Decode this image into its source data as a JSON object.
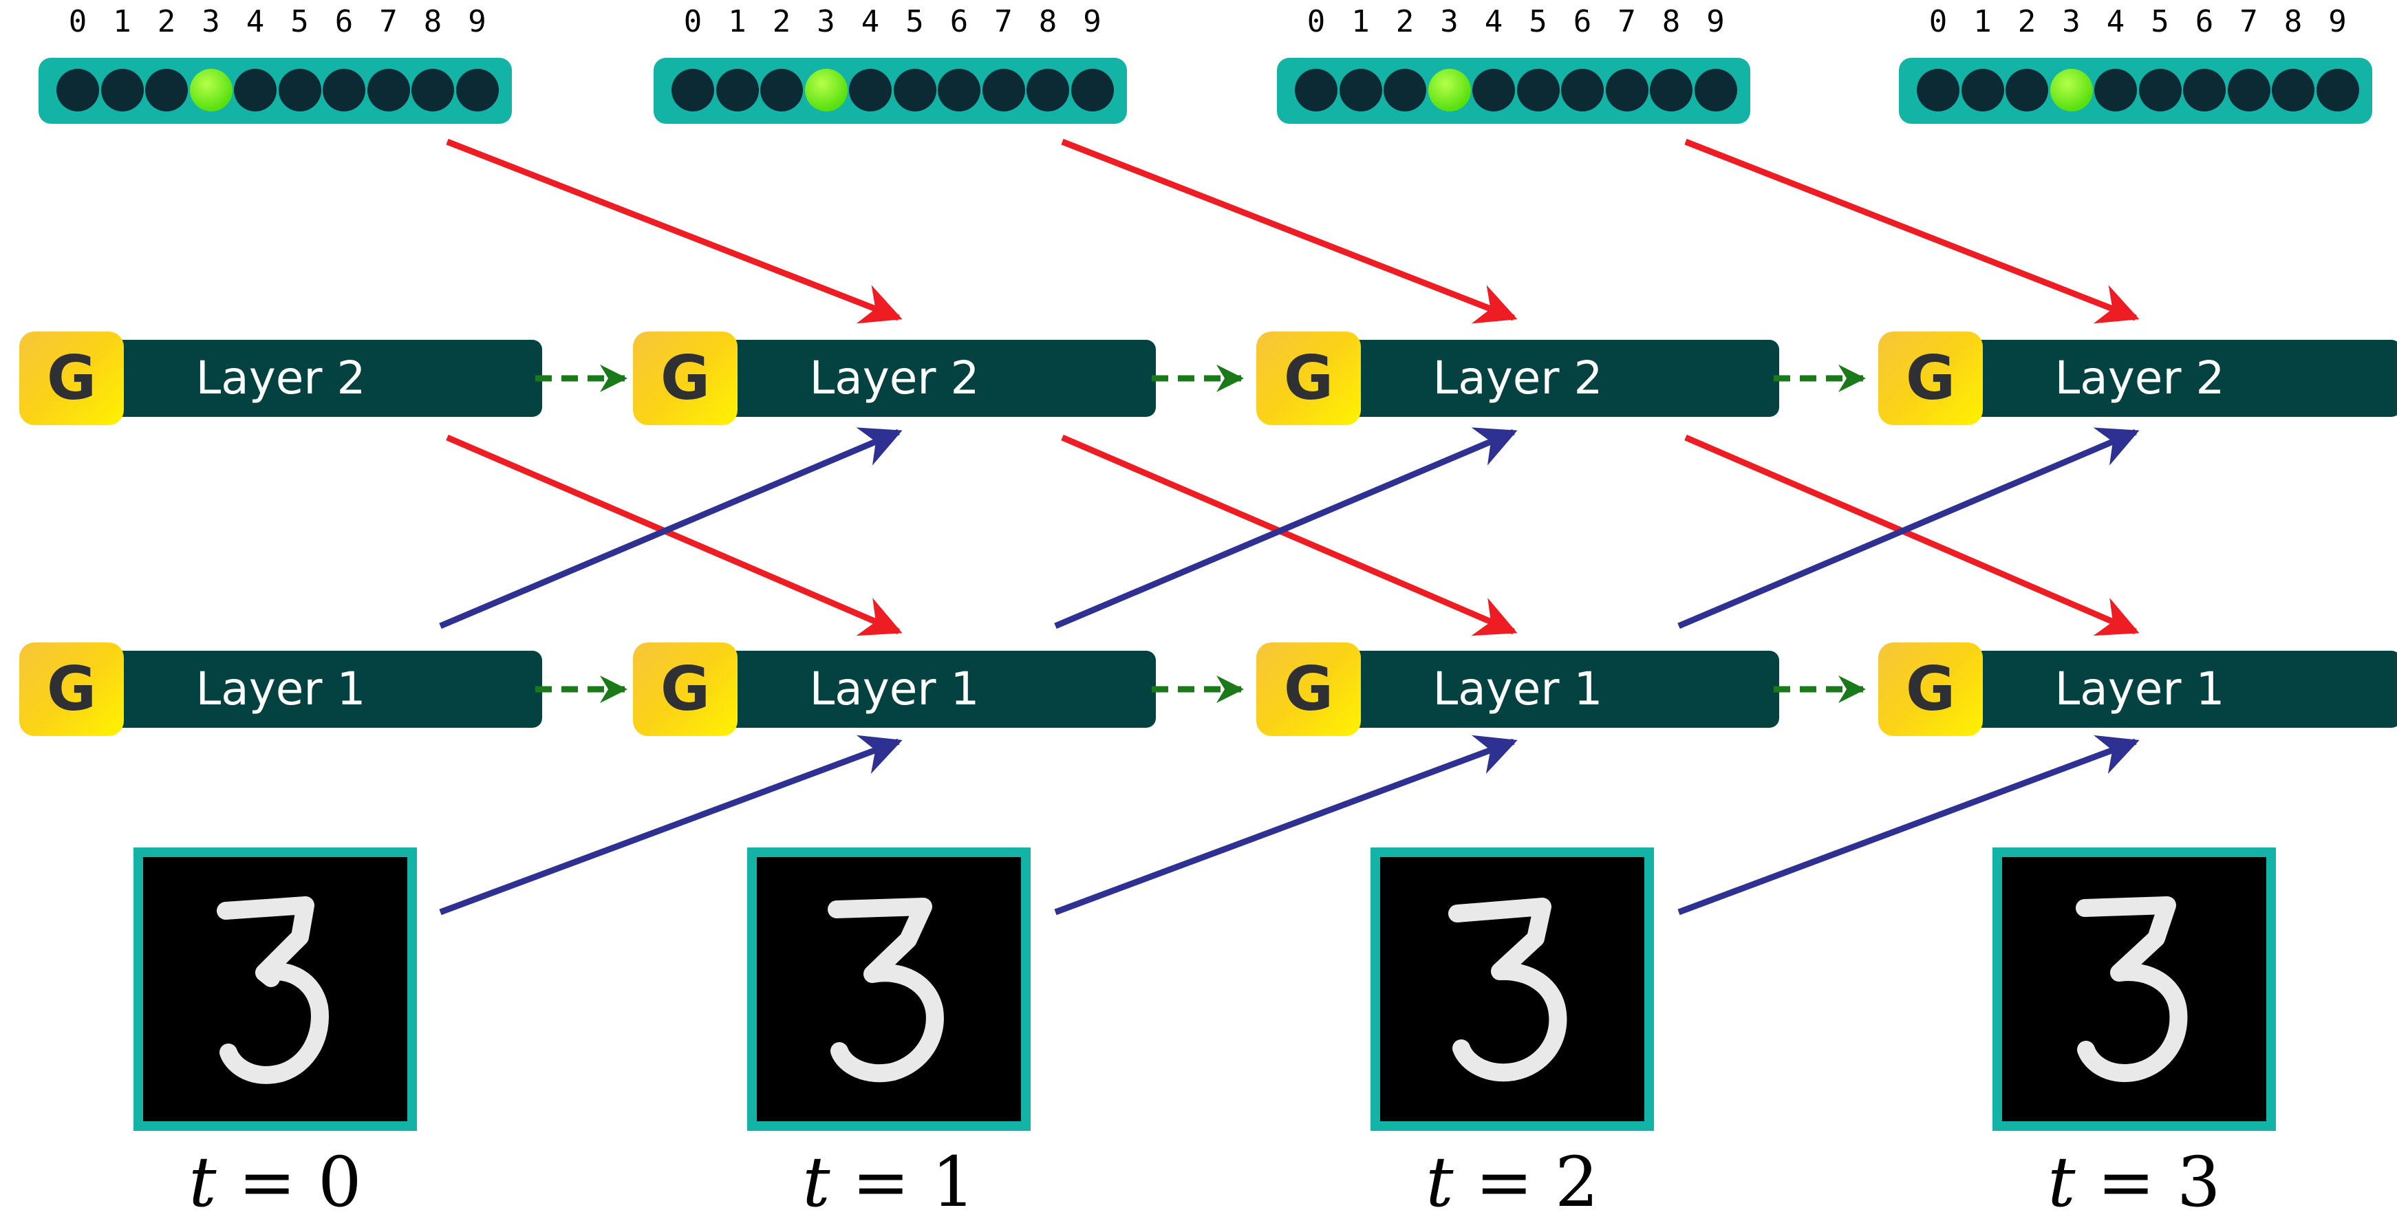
{
  "timesteps": [
    {
      "label_var": "t",
      "label_eq": "= 0"
    },
    {
      "label_var": "t",
      "label_eq": "= 1"
    },
    {
      "label_var": "t",
      "label_eq": "= 2"
    },
    {
      "label_var": "t",
      "label_eq": "= 3"
    }
  ],
  "onehot": {
    "digits": [
      "0",
      "1",
      "2",
      "3",
      "4",
      "5",
      "6",
      "7",
      "8",
      "9"
    ],
    "active_index": 3
  },
  "gate_letter": "G",
  "layers": {
    "layer2_label": "Layer 2",
    "layer1_label": "Layer 1"
  },
  "input_image": {
    "digit_shown": "3"
  },
  "colors": {
    "top_down_arrow": "#ee1d24",
    "bottom_up_arrow": "#2e3192",
    "lateral_arrow": "#1a7a1a",
    "layer_bar": "#034241",
    "teal_frame": "#13b3a6",
    "gate_gold": "#fbd316"
  }
}
